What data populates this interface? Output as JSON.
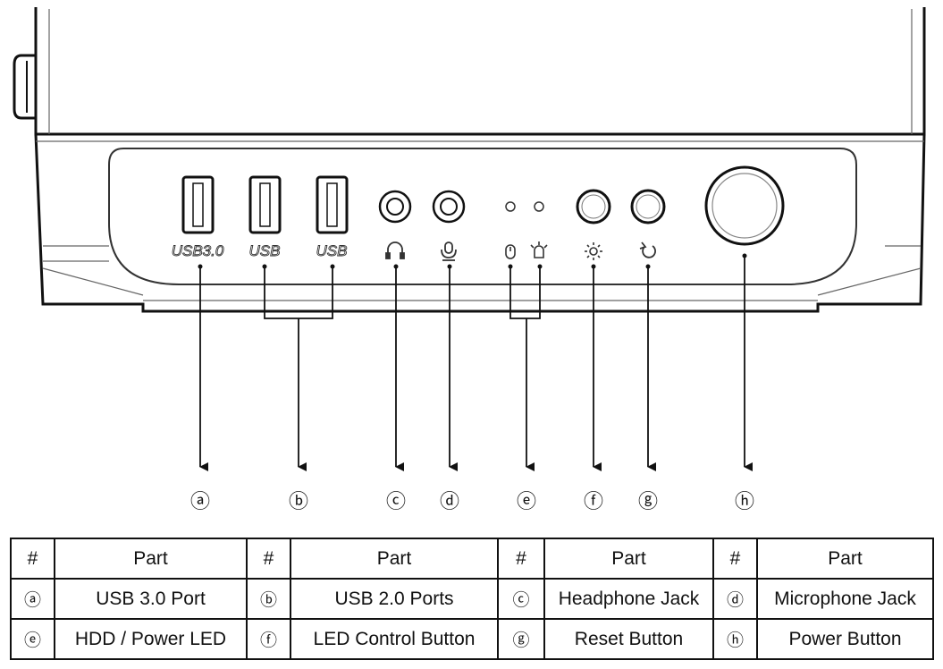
{
  "port_labels": {
    "usb30": "USB3.0",
    "usb1": "USB",
    "usb2": "USB"
  },
  "callouts": [
    "ⓐ",
    "ⓑ",
    "ⓒ",
    "ⓓ",
    "ⓔ",
    "ⓕ",
    "ⓖ",
    "ⓗ"
  ],
  "table": {
    "headers": [
      "#",
      "Part",
      "#",
      "Part",
      "#",
      "Part",
      "#",
      "Part"
    ],
    "rows": [
      [
        {
          "id": "ⓐ",
          "part": "USB 3.0 Port"
        },
        {
          "id": "ⓑ",
          "part": "USB 2.0 Ports"
        },
        {
          "id": "ⓒ",
          "part": "Headphone Jack"
        },
        {
          "id": "ⓓ",
          "part": "Microphone Jack"
        }
      ],
      [
        {
          "id": "ⓔ",
          "part": "HDD / Power LED"
        },
        {
          "id": "ⓕ",
          "part": "LED Control Button"
        },
        {
          "id": "ⓖ",
          "part": "Reset Button"
        },
        {
          "id": "ⓗ",
          "part": "Power Button"
        }
      ]
    ]
  }
}
